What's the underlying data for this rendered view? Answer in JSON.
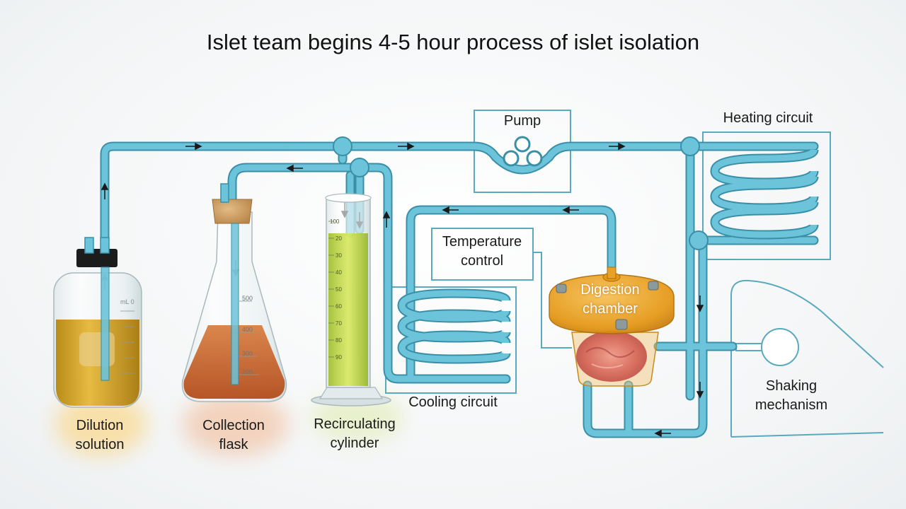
{
  "title": "Islet team begins 4-5 hour process of islet isolation",
  "labels": {
    "pump": "Pump",
    "heating_circuit": "Heating circuit",
    "temperature_control_line1": "Temperature",
    "temperature_control_line2": "control",
    "digestion_chamber_line1": "Digestion",
    "digestion_chamber_line2": "chamber",
    "cooling_circuit": "Cooling circuit",
    "shaking_mechanism_line1": "Shaking",
    "shaking_mechanism_line2": "mechanism",
    "dilution_solution_line1": "Dilution",
    "dilution_solution_line2": "solution",
    "collection_flask_line1": "Collection",
    "collection_flask_line2": "flask",
    "recirculating_cylinder_line1": "Recirculating",
    "recirculating_cylinder_line2": "cylinder"
  },
  "glassware_markings": {
    "bottle_unit": "mL 0",
    "flask_marks": [
      "500",
      "400",
      "300",
      "200"
    ],
    "cylinder_marks": [
      "100",
      "20",
      "30",
      "40",
      "50",
      "60",
      "70",
      "80",
      "90"
    ]
  },
  "colors": {
    "tube": "#5fbcd3",
    "tube_outline": "#3a8fa8",
    "box_outline": "#5aa9bd",
    "dilution_liquid": "#d9a520",
    "collection_liquid": "#c8612a",
    "cylinder_liquid": "#b8d040",
    "chamber_amber": "#f0a020",
    "tissue": "#d9776a",
    "arrow": "#1a1a1a"
  }
}
